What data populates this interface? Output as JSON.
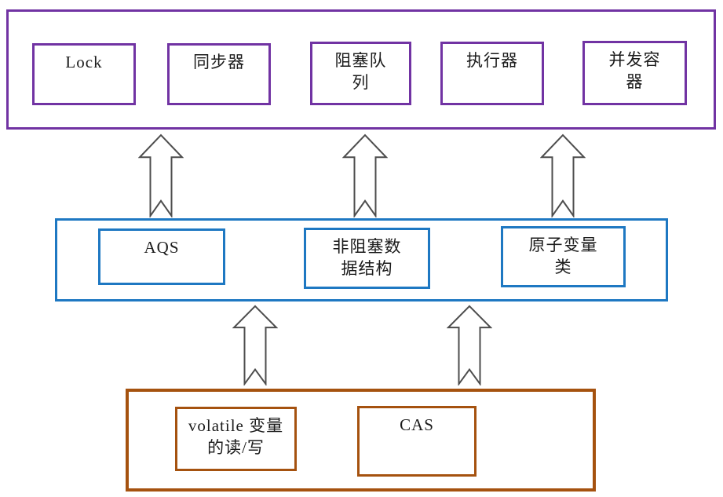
{
  "colors": {
    "top_layer_border": "#7133a3",
    "middle_layer_border": "#1e78c2",
    "bottom_layer_border": "#a5520f",
    "arrow_outline": "#4d4d4d"
  },
  "top_layer": {
    "box_labels": [
      "Lock",
      "同步器",
      "阻塞队\n列",
      "执行器",
      "并发容\n器"
    ]
  },
  "middle_layer": {
    "box_labels": [
      "AQS",
      "非阻塞数\n据结构",
      "原子变量\n类"
    ]
  },
  "bottom_layer": {
    "box_labels": [
      "volatile 变量\n的读/写",
      "CAS"
    ]
  }
}
